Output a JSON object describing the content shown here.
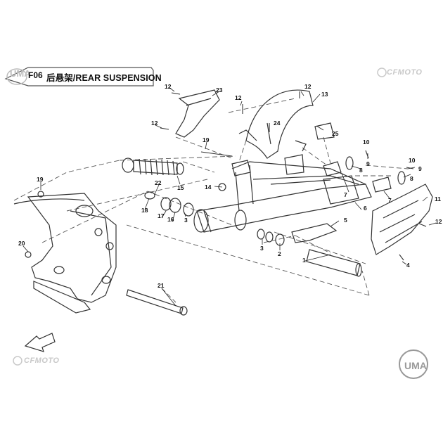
{
  "header": {
    "code": "F06",
    "title": "后悬架/REAR SUSPENSION"
  },
  "brand": {
    "cfmoto_text": "CFMOTO",
    "uma_text": "UMA"
  },
  "part_numbers": [
    {
      "id": "p1",
      "label": "1"
    },
    {
      "id": "p2",
      "label": "2"
    },
    {
      "id": "p3a",
      "label": "3"
    },
    {
      "id": "p3b",
      "label": "3"
    },
    {
      "id": "p4",
      "label": "4"
    },
    {
      "id": "p5",
      "label": "5"
    },
    {
      "id": "p6",
      "label": "6"
    },
    {
      "id": "p7a",
      "label": "7"
    },
    {
      "id": "p7b",
      "label": "7"
    },
    {
      "id": "p8a",
      "label": "8"
    },
    {
      "id": "p8b",
      "label": "8"
    },
    {
      "id": "p9a",
      "label": "9"
    },
    {
      "id": "p9b",
      "label": "9"
    },
    {
      "id": "p10a",
      "label": "10"
    },
    {
      "id": "p10b",
      "label": "10"
    },
    {
      "id": "p11",
      "label": "11"
    },
    {
      "id": "p12a",
      "label": "12"
    },
    {
      "id": "p12b",
      "label": "12"
    },
    {
      "id": "p12c",
      "label": "12"
    },
    {
      "id": "p12d",
      "label": "12"
    },
    {
      "id": "p12e",
      "label": "12"
    },
    {
      "id": "p13",
      "label": "13"
    },
    {
      "id": "p14",
      "label": "14"
    },
    {
      "id": "p15",
      "label": "15"
    },
    {
      "id": "p16",
      "label": "16"
    },
    {
      "id": "p17",
      "label": "17"
    },
    {
      "id": "p18",
      "label": "18"
    },
    {
      "id": "p19a",
      "label": "19"
    },
    {
      "id": "p19b",
      "label": "19"
    },
    {
      "id": "p20",
      "label": "20"
    },
    {
      "id": "p21",
      "label": "21"
    },
    {
      "id": "p22",
      "label": "22"
    },
    {
      "id": "p23",
      "label": "23"
    },
    {
      "id": "p24",
      "label": "24"
    },
    {
      "id": "p25",
      "label": "25"
    }
  ]
}
